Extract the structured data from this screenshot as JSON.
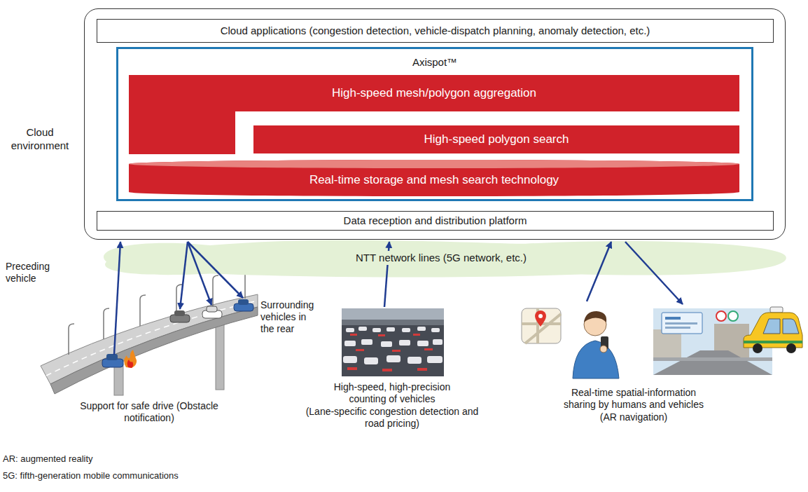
{
  "diagram": {
    "nodes": [
      {
        "text": [
          "Cloud environment"
        ]
      },
      {
        "text": [
          "Cloud applications (congestion detection, vehicle-dispatch planning, anomaly detection, etc.)"
        ],
        "in": 0
      },
      {
        "text": [
          "Axispot™"
        ],
        "in": 0
      },
      {
        "text": [
          "High-speed mesh/polygon aggregation"
        ],
        "in": 2
      },
      {
        "text": [
          "High-speed polygon search"
        ],
        "in": 2
      },
      {
        "text": [
          "Real-time storage and mesh search technology"
        ],
        "in": 2
      },
      {
        "text": [
          "Data reception and distribution platform"
        ],
        "in": 0
      },
      {
        "text": [
          "NTT network lines (5G network, etc.)"
        ]
      }
    ],
    "labels": [
      "Preceding vehicle",
      "Surrounding vehicles in the rear",
      "Support for safe drive (Obstacle notification)",
      "High-speed, high-precision counting of vehicles",
      "(Lane-specific congestion detection and road pricing)",
      "Real-time spatial-information sharing by humans and vehicles",
      "(AR navigation)",
      "AR: augmented reality",
      "5G: fifth-generation mobile communications"
    ]
  }
}
